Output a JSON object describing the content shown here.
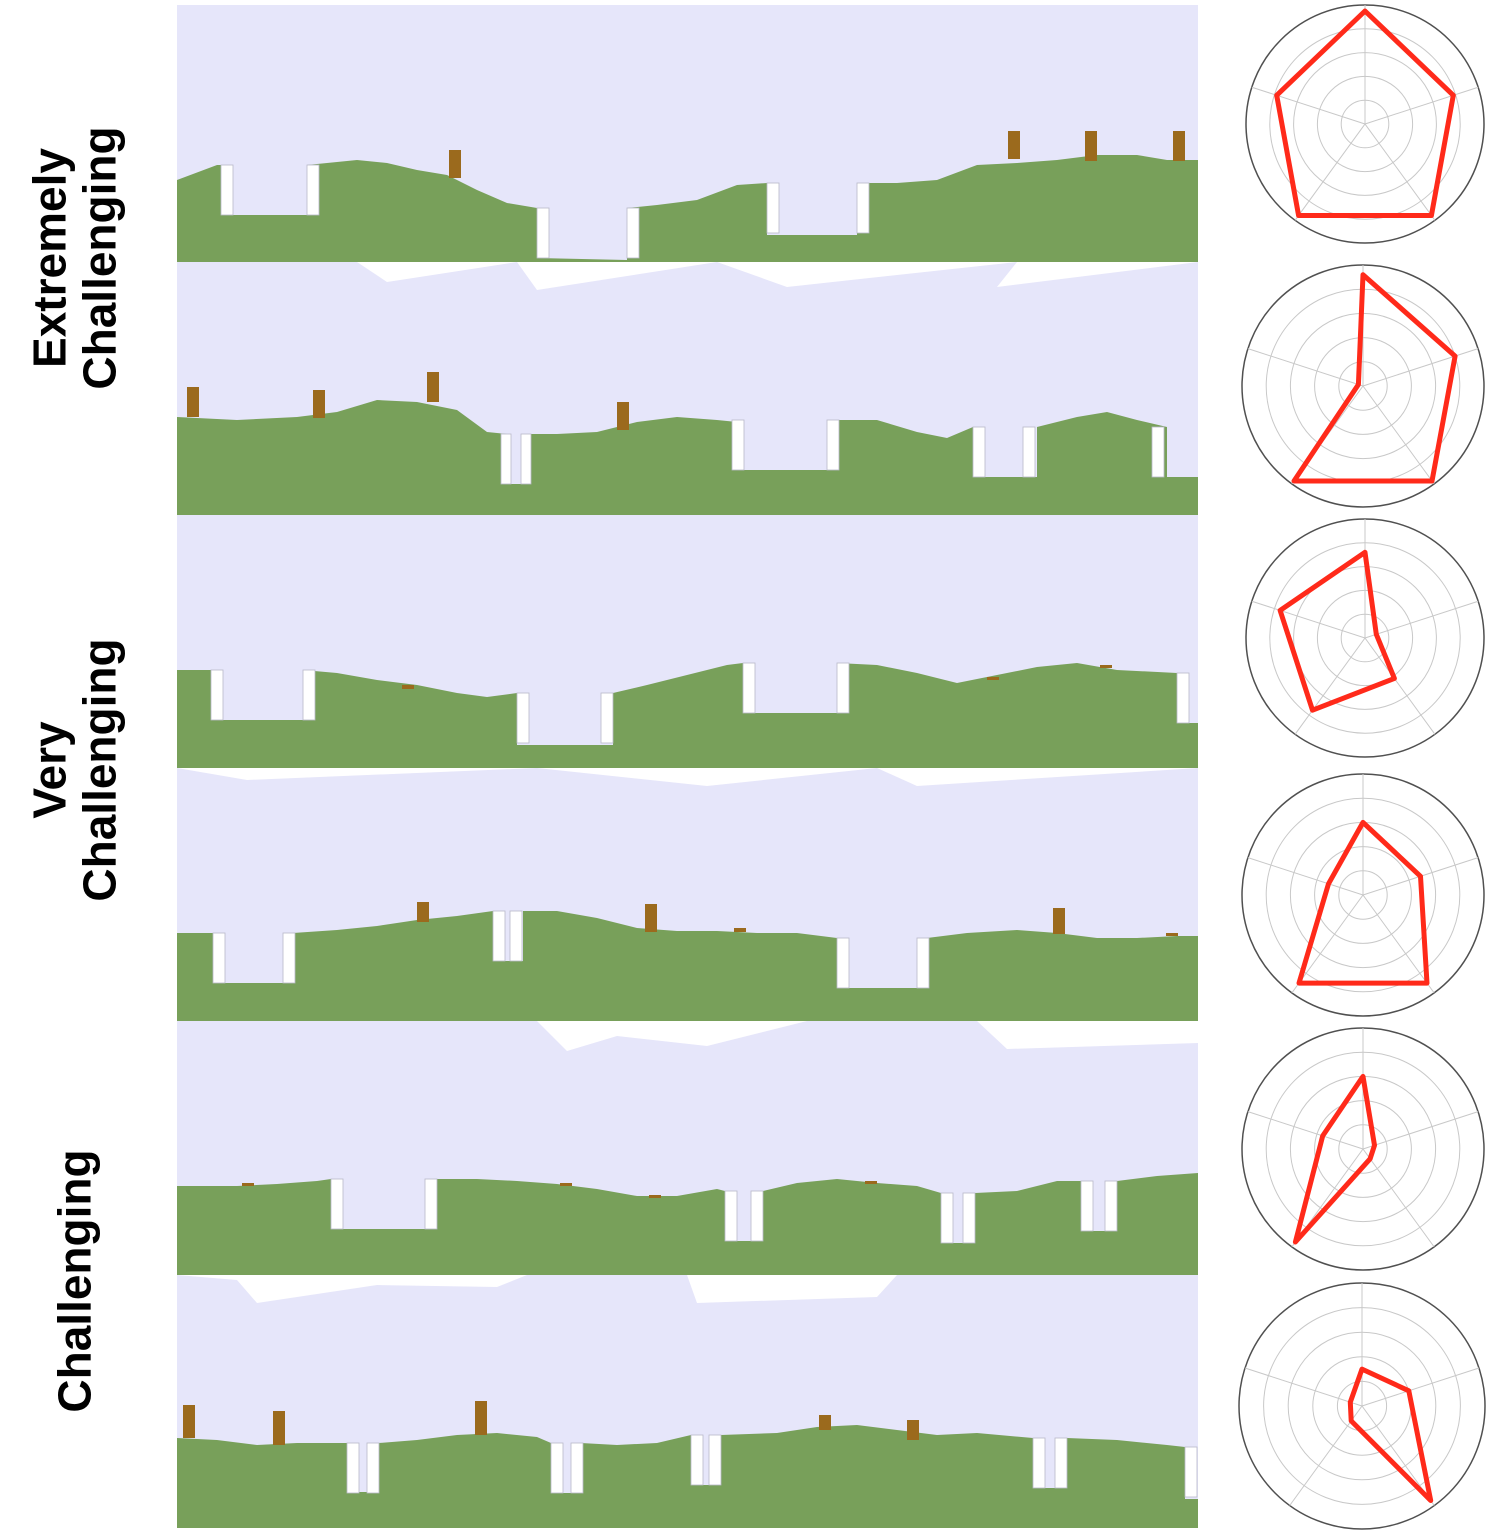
{
  "groups": [
    {
      "label": "Extremely\nChallenging"
    },
    {
      "label": "Very\nChallenging"
    },
    {
      "label": "Challenging"
    }
  ],
  "levels": [
    {
      "name": "extreme-1",
      "radar": [
        0.95,
        0.78,
        0.95,
        0.95,
        0.78
      ]
    },
    {
      "name": "extreme-2",
      "radar": [
        0.92,
        0.8,
        0.97,
        0.97,
        0.0
      ]
    },
    {
      "name": "very-1",
      "radar": [
        0.72,
        0.1,
        0.42,
        0.75,
        0.75
      ]
    },
    {
      "name": "very-2",
      "radar": [
        0.6,
        0.5,
        0.9,
        0.9,
        0.3
      ]
    },
    {
      "name": "chall-1",
      "radar": [
        0.6,
        0.1,
        0.1,
        0.95,
        0.35
      ]
    },
    {
      "name": "chall-2",
      "radar": [
        0.3,
        0.4,
        0.95,
        0.15,
        0.1
      ]
    }
  ],
  "colors": {
    "sky": "#e6e6fa",
    "ground": "#78a05a",
    "pillar": "#9b6a1d",
    "radar_line": "#ff2a1a",
    "radar_grid": "#c8c8c8",
    "radar_border": "#505050"
  }
}
